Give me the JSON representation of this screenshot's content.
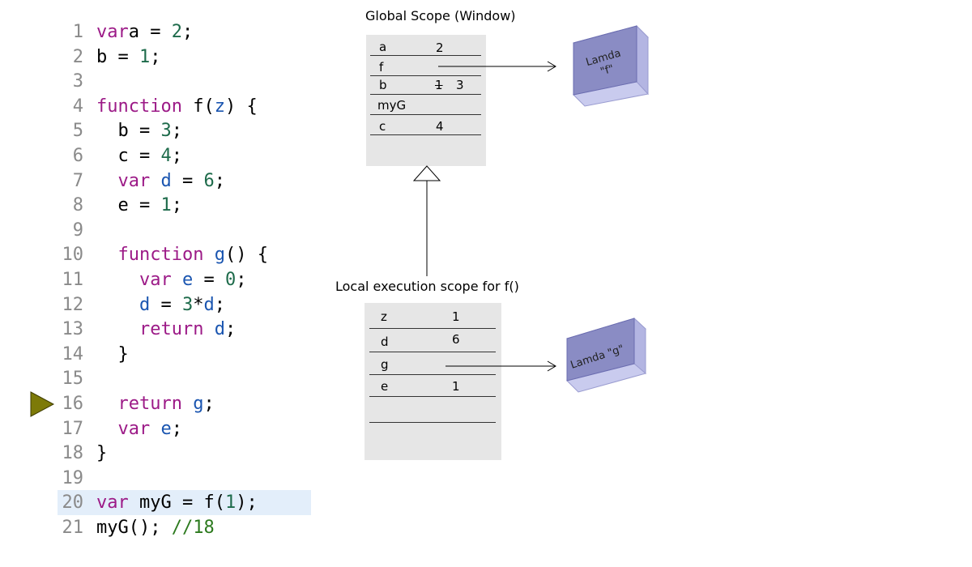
{
  "code_lines": [
    {
      "n": "1",
      "tokens": [
        [
          "kw",
          "var"
        ],
        [
          "",
          "a = "
        ],
        [
          "num",
          "2"
        ],
        [
          "",
          ";"
        ]
      ]
    },
    {
      "n": "2",
      "tokens": [
        [
          "",
          "b = "
        ],
        [
          "num",
          "1"
        ],
        [
          "",
          ";"
        ]
      ]
    },
    {
      "n": "3",
      "tokens": []
    },
    {
      "n": "4",
      "tokens": [
        [
          "kw",
          "function"
        ],
        [
          "",
          " f("
        ],
        [
          "id",
          "z"
        ],
        [
          "",
          ") {"
        ]
      ]
    },
    {
      "n": "5",
      "tokens": [
        [
          "",
          "  b = "
        ],
        [
          "num",
          "3"
        ],
        [
          "",
          ";"
        ]
      ]
    },
    {
      "n": "6",
      "tokens": [
        [
          "",
          "  c = "
        ],
        [
          "num",
          "4"
        ],
        [
          "",
          ";"
        ]
      ]
    },
    {
      "n": "7",
      "tokens": [
        [
          "kw",
          "  var"
        ],
        [
          "",
          " "
        ],
        [
          "id",
          "d"
        ],
        [
          "",
          " = "
        ],
        [
          "num",
          "6"
        ],
        [
          "",
          ";"
        ]
      ]
    },
    {
      "n": "8",
      "tokens": [
        [
          "",
          "  e = "
        ],
        [
          "num",
          "1"
        ],
        [
          "",
          ";"
        ]
      ]
    },
    {
      "n": "9",
      "tokens": []
    },
    {
      "n": "10",
      "tokens": [
        [
          "kw",
          "  function"
        ],
        [
          "",
          " "
        ],
        [
          "id",
          "g"
        ],
        [
          "",
          "() {"
        ]
      ]
    },
    {
      "n": "11",
      "tokens": [
        [
          "kw",
          "    var"
        ],
        [
          "",
          " "
        ],
        [
          "id",
          "e"
        ],
        [
          "",
          " = "
        ],
        [
          "num",
          "0"
        ],
        [
          "",
          ";"
        ]
      ]
    },
    {
      "n": "12",
      "tokens": [
        [
          "",
          "    "
        ],
        [
          "id",
          "d"
        ],
        [
          "",
          " = "
        ],
        [
          "num",
          "3"
        ],
        [
          "",
          "*"
        ],
        [
          "id",
          "d"
        ],
        [
          "",
          ";"
        ]
      ]
    },
    {
      "n": "13",
      "tokens": [
        [
          "kw",
          "    return"
        ],
        [
          "",
          " "
        ],
        [
          "id",
          "d"
        ],
        [
          "",
          ";"
        ]
      ]
    },
    {
      "n": "14",
      "tokens": [
        [
          "",
          "  }"
        ]
      ]
    },
    {
      "n": "15",
      "tokens": []
    },
    {
      "n": "16",
      "tokens": [
        [
          "kw",
          "  return"
        ],
        [
          "",
          " "
        ],
        [
          "id",
          "g"
        ],
        [
          "",
          ";"
        ]
      ]
    },
    {
      "n": "17",
      "tokens": [
        [
          "kw",
          "  var"
        ],
        [
          "",
          " "
        ],
        [
          "id",
          "e"
        ],
        [
          "",
          ";"
        ]
      ]
    },
    {
      "n": "18",
      "tokens": [
        [
          "",
          "}"
        ]
      ]
    },
    {
      "n": "19",
      "tokens": []
    },
    {
      "n": "20",
      "tokens": [
        [
          "kw",
          "var"
        ],
        [
          "",
          " myG = f("
        ],
        [
          "num",
          "1"
        ],
        [
          "",
          ");"
        ]
      ]
    },
    {
      "n": "21",
      "tokens": [
        [
          "",
          "myG(); "
        ],
        [
          "cm",
          "//18"
        ]
      ]
    }
  ],
  "current_line": "16",
  "highlighted_line": "20",
  "global_scope": {
    "title": "Global Scope (Window)",
    "rows": [
      {
        "name": "a",
        "value": "2"
      },
      {
        "name": "f",
        "value": ""
      },
      {
        "name": "b",
        "old": "1",
        "value": "3"
      },
      {
        "name": "myG",
        "value": ""
      },
      {
        "name": "c",
        "value": "4"
      }
    ]
  },
  "local_scope": {
    "title": "Local execution scope for f()",
    "rows": [
      {
        "name": "z",
        "value": "1"
      },
      {
        "name": "d",
        "value": "6"
      },
      {
        "name": "g",
        "value": ""
      },
      {
        "name": "e",
        "value": "1"
      }
    ]
  },
  "lambda_f": "Lamda \"f\"",
  "lambda_f_line1": "Lamda",
  "lambda_f_line2": "\"f\"",
  "lambda_g": "Lamda \"g\"",
  "colors": {
    "keyword": "#9c1a87",
    "number": "#1e6b4b",
    "identifier": "#1a55b0",
    "comment": "#2c7a1e",
    "line_number": "#8a8a8a",
    "highlight": "#e3eefa",
    "scope_box": "#e6e6e6",
    "lambda_front": "#8a8cc4",
    "lambda_top": "#c9cbee",
    "lambda_side": "#b3b5e2",
    "marker": "#7d7a08"
  }
}
